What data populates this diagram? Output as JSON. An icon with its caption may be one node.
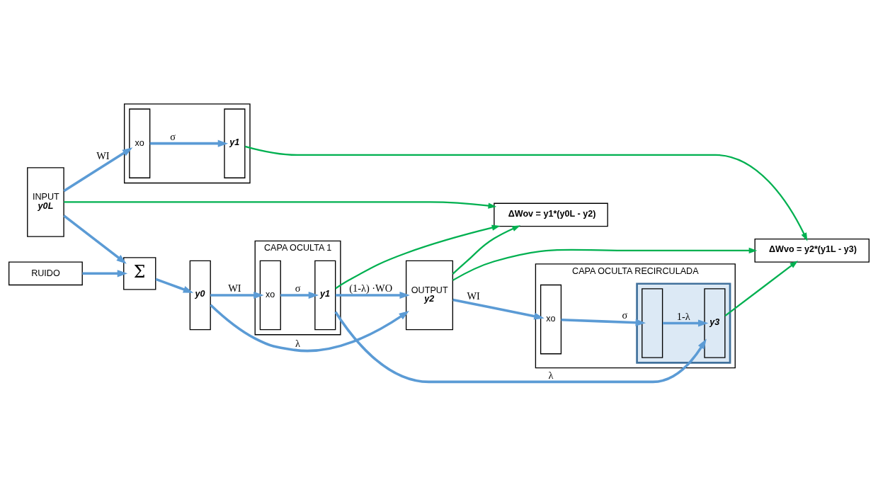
{
  "diagram": {
    "nodes": [
      {
        "text": [
          "RUIDO"
        ]
      },
      {
        "text": [
          "INPUT",
          "y0L"
        ]
      },
      {
        "text": [
          "Σ"
        ]
      },
      {
        "text": [
          "y0"
        ]
      },
      {
        "text": [
          "CAPA OCULTA 1"
        ]
      },
      {
        "text": [
          "xo"
        ],
        "in": 4
      },
      {
        "text": [
          "y1"
        ],
        "in": 4
      },
      {
        "text": [
          "CAPA OCULTA RECIRCULADA"
        ]
      },
      {
        "text": [
          "xo"
        ],
        "in": 7
      },
      {
        "text": [],
        "shape": "box",
        "in": 7
      },
      {
        "text": [],
        "shape": "bar",
        "in": 9
      },
      {
        "text": [
          "y3"
        ],
        "in": 9
      },
      {
        "text": [
          "OUTPUT",
          "y2"
        ]
      },
      {
        "text": [
          "ΔWov = y1*(y0L - y2)"
        ]
      },
      {
        "text": [
          "ΔWvo = y2*(y1L - y3)"
        ]
      },
      {
        "text": [],
        "shape": "box"
      },
      {
        "text": [
          "xo"
        ],
        "in": 15
      },
      {
        "text": [
          "y1"
        ],
        "in": 15
      }
    ],
    "edges": [
      {
        "from": 0,
        "to": 2,
        "arrow": "to"
      },
      {
        "from": 1,
        "to": 2,
        "arrow": "to"
      },
      {
        "from": 2,
        "to": 3,
        "arrow": "to"
      },
      {
        "from": 3,
        "to": 5,
        "arrow": "to",
        "label": "WI"
      },
      {
        "from": 5,
        "to": 6,
        "arrow": "to",
        "label": "σ"
      },
      {
        "from": 6,
        "to": 11,
        "arrow": "to",
        "label": "λ"
      },
      {
        "from": 6,
        "to": 12,
        "arrow": "to",
        "label": "(1-λ) ·WO"
      },
      {
        "from": 3,
        "to": 12,
        "arrow": "to",
        "label": "λ"
      },
      {
        "from": 12,
        "to": 8,
        "arrow": "to",
        "label": "WI"
      },
      {
        "from": 8,
        "to": 10,
        "arrow": "to",
        "label": "σ"
      },
      {
        "from": 10,
        "to": 11,
        "arrow": "to",
        "label": "1-λ"
      },
      {
        "from": 1,
        "to": 16,
        "arrow": "to",
        "label": "WI"
      },
      {
        "from": 16,
        "to": 17,
        "arrow": "to",
        "label": "σ"
      },
      {
        "from": 1,
        "to": 13,
        "arrow": "to",
        "color": "#00b050"
      },
      {
        "from": 6,
        "to": 13,
        "arrow": "to",
        "color": "#00b050"
      },
      {
        "from": 12,
        "to": 13,
        "arrow": "to",
        "color": "#00b050"
      },
      {
        "from": 12,
        "to": 14,
        "arrow": "to",
        "color": "#00b050"
      },
      {
        "from": 11,
        "to": 14,
        "arrow": "to",
        "color": "#00b050"
      },
      {
        "from": 17,
        "to": 14,
        "arrow": "to",
        "color": "#00b050"
      }
    ]
  }
}
